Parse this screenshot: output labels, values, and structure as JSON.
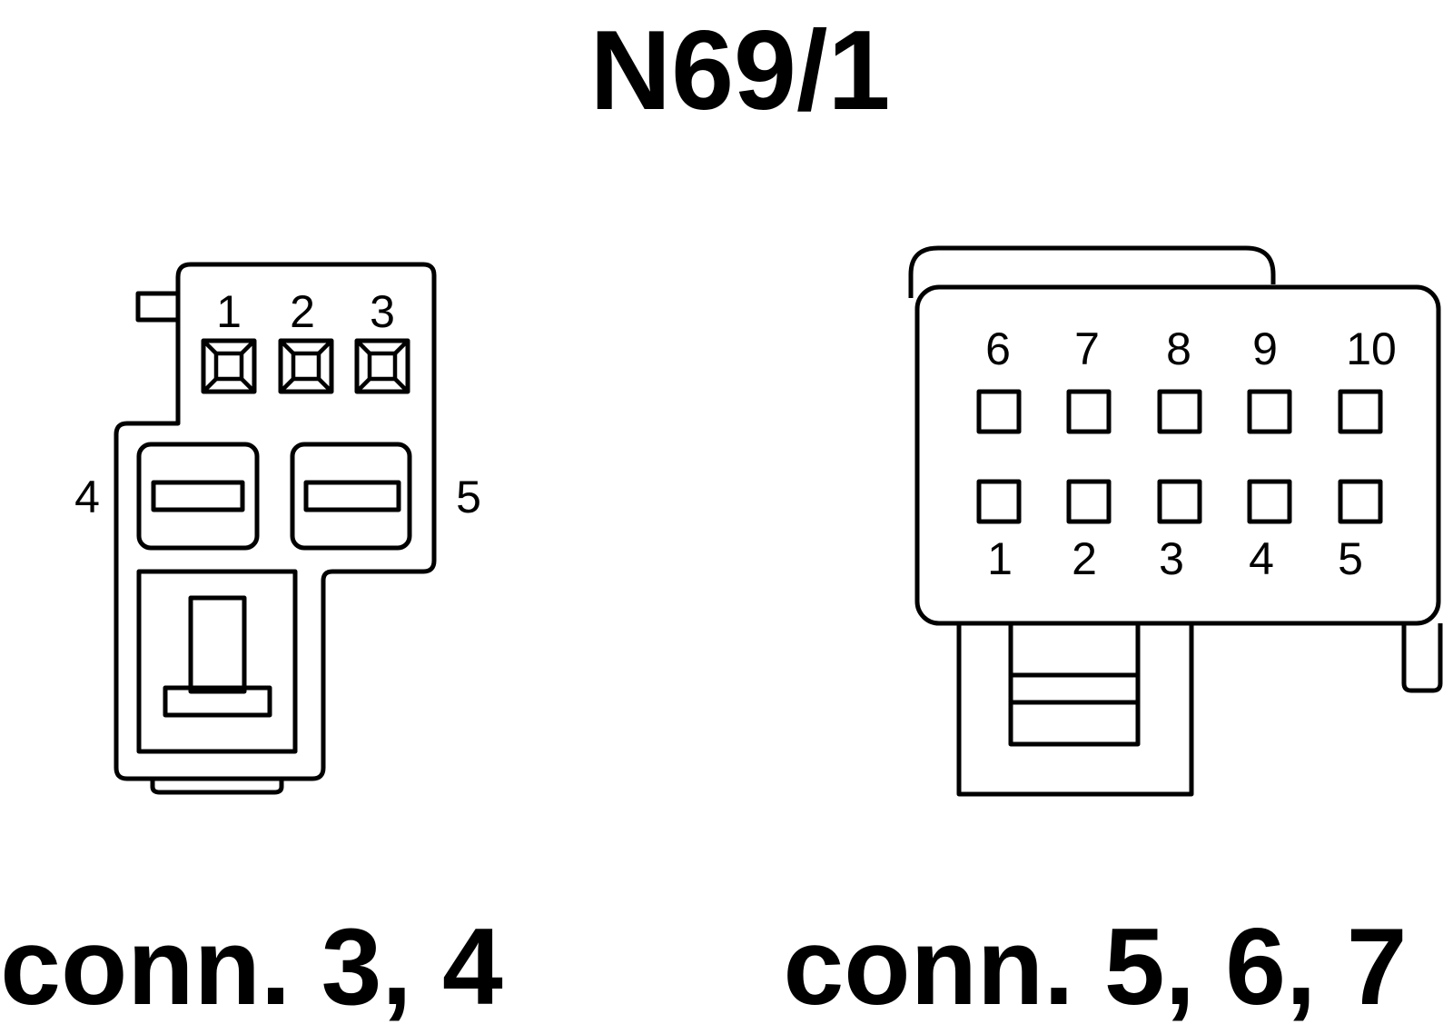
{
  "title": "N69/1",
  "left_connector": {
    "caption": "conn. 3, 4",
    "pins": {
      "p1": "1",
      "p2": "2",
      "p3": "3",
      "p4": "4",
      "p5": "5"
    }
  },
  "right_connector": {
    "caption": "conn. 5, 6, 7",
    "pins": {
      "p1": "1",
      "p2": "2",
      "p3": "3",
      "p4": "4",
      "p5": "5",
      "p6": "6",
      "p7": "7",
      "p8": "8",
      "p9": "9",
      "p10": "10"
    }
  }
}
